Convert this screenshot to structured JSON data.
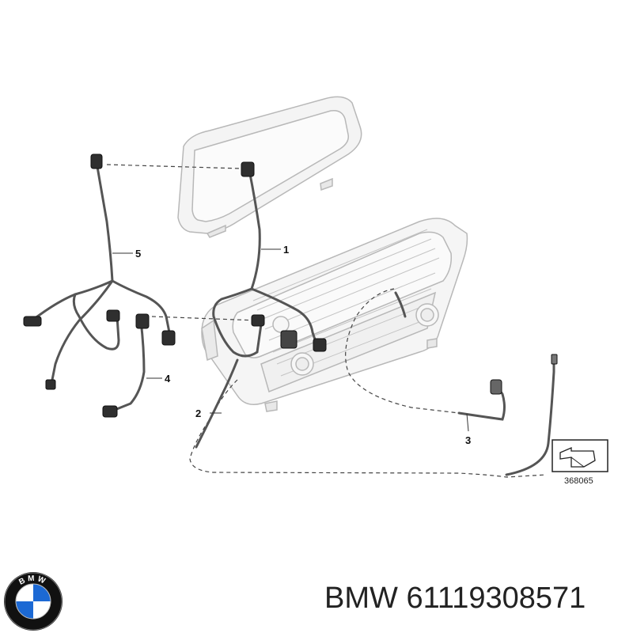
{
  "diagram": {
    "callouts": [
      "1",
      "2",
      "3",
      "4",
      "5"
    ],
    "reference_number": "368065"
  },
  "caption": {
    "brand": "BMW",
    "part_number": "61119308571"
  },
  "logo": {
    "letters": "BMW",
    "colors": {
      "blue": "#1c69d4",
      "white": "#ffffff",
      "ring": "#111111"
    }
  },
  "colors": {
    "cable": "#555555",
    "housing_stroke": "#b9b9b9",
    "housing_fill": "#f3f3f3"
  }
}
